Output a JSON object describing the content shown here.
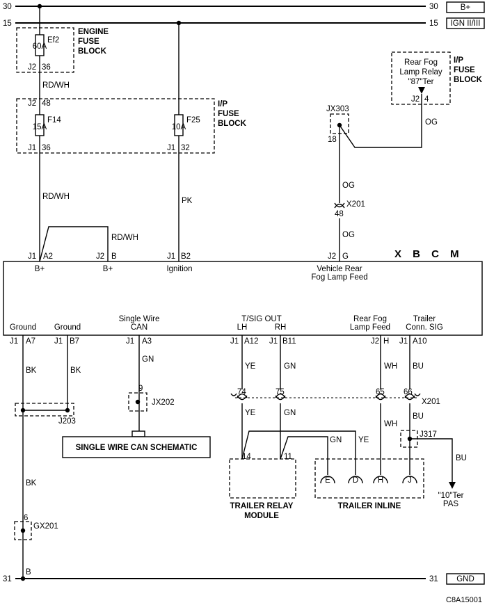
{
  "rails": {
    "b_plus_num_left": "30",
    "b_plus_num_right": "30",
    "b_plus_label": "B+",
    "ign_num_left": "15",
    "ign_num_right": "15",
    "ign_label": "IGN II/III",
    "gnd_num_left": "31",
    "gnd_num_right": "31",
    "gnd_label": "GND"
  },
  "engine_fuse_block": {
    "title_1": "ENGINE",
    "title_2": "FUSE",
    "title_3": "BLOCK",
    "fuse_name": "Ef2",
    "fuse_rating": "60A",
    "conn": "J2",
    "pin": "36"
  },
  "ip_fuse_block": {
    "title_1": "I/P",
    "title_2": "FUSE",
    "title_3": "BLOCK",
    "conn_top": "J2",
    "pin_top": "48",
    "f14_name": "F14",
    "f14_rating": "15A",
    "f14_conn": "J1",
    "f14_pin": "36",
    "f25_name": "F25",
    "f25_rating": "10A",
    "f25_conn": "J1",
    "f25_pin": "32"
  },
  "relay": {
    "line_1": "Rear Fog",
    "line_2": "Lamp Relay",
    "line_3": "\"87\"Ter",
    "block_1": "I/P",
    "block_2": "FUSE",
    "block_3": "BLOCK",
    "conn": "J2",
    "pin": "4"
  },
  "wires": {
    "rdwh_1": "RD/WH",
    "rdwh_2": "RD/WH",
    "rdwh_3": "RD/WH",
    "pk": "PK",
    "og_1": "OG",
    "og_2": "OG",
    "og_3": "OG",
    "bk_1": "BK",
    "bk_2": "BK",
    "bk_3": "BK",
    "gn_can": "GN",
    "ye_1": "YE",
    "gn_1": "GN",
    "wh_1": "WH",
    "bu_1": "BU",
    "ye_2": "YE",
    "gn_2": "GN",
    "wh_2": "WH",
    "bu_2": "BU",
    "gn_3": "GN",
    "ye_3": "YE",
    "bu_3": "BU"
  },
  "connectors": {
    "jx303": "JX303",
    "jx303_pin": "18",
    "x201": "X201",
    "x201_pin": "48",
    "x201_lower": "X201",
    "x201_pin_74": "74",
    "x201_pin_75": "75",
    "x201_pin_65": "65",
    "x201_pin_66": "66",
    "jx202": "JX202",
    "jx202_pin": "9",
    "j203": "J203",
    "j317": "J317",
    "gx201": "GX201",
    "gx201_pin": "6",
    "gnd_pin": "B"
  },
  "xbcm": {
    "title": "X B C M",
    "top_pins": [
      {
        "conn": "J1",
        "pin": "A2",
        "label": "B+"
      },
      {
        "conn": "J2",
        "pin": "B",
        "label": "B+"
      },
      {
        "conn": "J1",
        "pin": "B2",
        "label": "Ignition"
      },
      {
        "conn": "J2",
        "pin": "G",
        "label_1": "Vehicle Rear",
        "label_2": "Fog Lamp Feed"
      }
    ],
    "bottom_pins": [
      {
        "conn": "J1",
        "pin": "A7",
        "label": "Ground"
      },
      {
        "conn": "J1",
        "pin": "B7",
        "label": "Ground"
      },
      {
        "conn": "J1",
        "pin": "A3",
        "label_1": "Single Wire",
        "label_2": "CAN"
      },
      {
        "conn": "J1",
        "pin": "A12",
        "label": "LH"
      },
      {
        "conn": "J1",
        "pin": "B11",
        "label": "RH"
      },
      {
        "conn": "J2",
        "pin": "H",
        "label_1": "Rear Fog",
        "label_2": "Lamp Feed"
      },
      {
        "conn": "J1",
        "pin": "A10",
        "label_1": "Trailer",
        "label_2": "Conn. SIG"
      }
    ],
    "tsig_label": "T/SIG OUT"
  },
  "can_box": "SINGLE WIRE CAN SCHEMATIC",
  "trailer_relay": {
    "title_1": "TRAILER RELAY",
    "title_2": "MODULE",
    "pin_14": "14",
    "pin_11": "11"
  },
  "trailer_inline": {
    "title": "TRAILER INLINE",
    "pins": [
      "E",
      "D",
      "H",
      "J"
    ]
  },
  "pas": {
    "line_1": "\"10\"Ter",
    "line_2": "PAS"
  },
  "diagram_id": "C8A15001"
}
